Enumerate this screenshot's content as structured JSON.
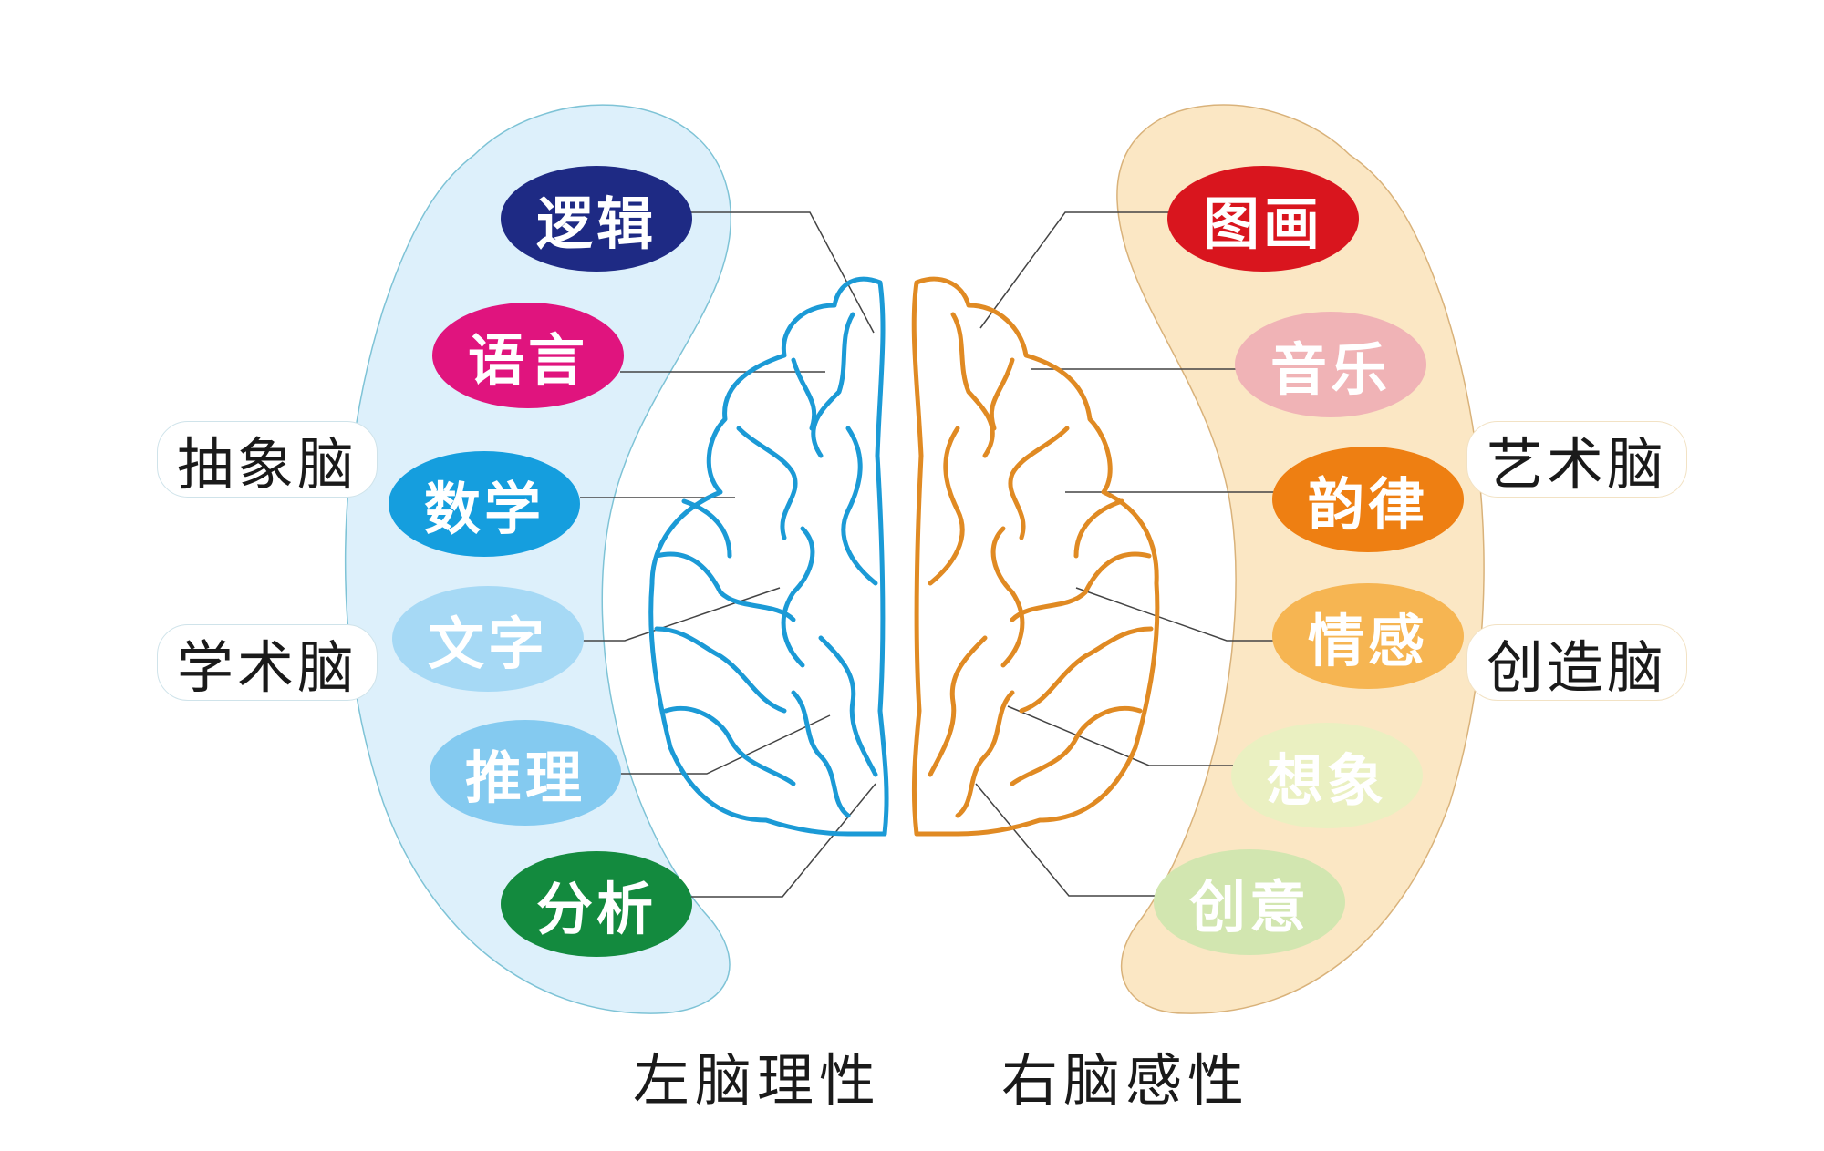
{
  "diagram": {
    "left_hemisphere": {
      "caption": "左脑理性",
      "stroke_color": "#1b9ad6",
      "region_fill": "#ddf0fb",
      "region_border": "#7ec3d6",
      "side_labels": [
        "抽象脑",
        "学术脑"
      ],
      "bubbles": [
        {
          "label": "逻辑",
          "color": "#1e2a84"
        },
        {
          "label": "语言",
          "color": "#e0147e"
        },
        {
          "label": "数学",
          "color": "#159ede"
        },
        {
          "label": "文字",
          "color": "#a6d9f5"
        },
        {
          "label": "推理",
          "color": "#84caf0"
        },
        {
          "label": "分析",
          "color": "#138a3e"
        }
      ]
    },
    "right_hemisphere": {
      "caption": "右脑感性",
      "stroke_color": "#e08a23",
      "region_fill": "#fbe7c4",
      "region_border": "#d9b27a",
      "side_labels": [
        "艺术脑",
        "创造脑"
      ],
      "bubbles": [
        {
          "label": "图画",
          "color": "#d9151e"
        },
        {
          "label": "音乐",
          "color": "#f0b3b6"
        },
        {
          "label": "韵律",
          "color": "#ee7f12"
        },
        {
          "label": "情感",
          "color": "#f6b552"
        },
        {
          "label": "想象",
          "color": "#eaf0c1"
        },
        {
          "label": "创意",
          "color": "#d2e6b0"
        }
      ]
    },
    "connector_color": "#444444"
  }
}
